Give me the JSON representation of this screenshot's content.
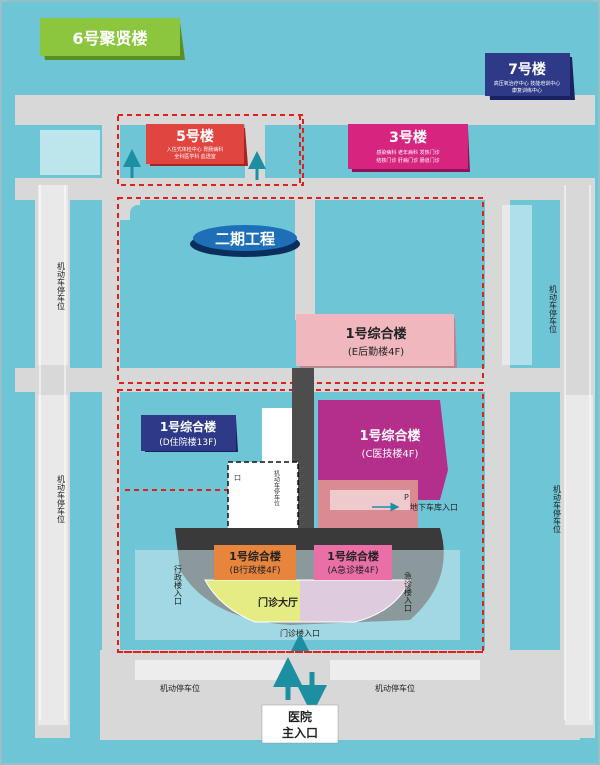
{
  "buildings": {
    "b6": {
      "title": "6号聚贤楼"
    },
    "b7": {
      "title": "7号楼",
      "line1": "高压氧治疗中心  技能培训中心",
      "line2": "康复训练中心"
    },
    "b5": {
      "title": "5号楼",
      "line1": "入住式体检中心      胃肠病科",
      "line2": "全科医学科            血透室"
    },
    "b3": {
      "title": "3号楼",
      "line1": "感染病科  老年病科  发热门诊",
      "line2": "结核门诊  肝病门诊  肠道门诊"
    },
    "phase2": {
      "title": "二期工程"
    },
    "e": {
      "title": "1号综合楼",
      "sub": "(E后勤楼4F)"
    },
    "d": {
      "title": "1号综合楼",
      "sub": "(D住院楼13F)"
    },
    "c": {
      "title": "1号综合楼",
      "sub": "(C医技楼4F)"
    },
    "b": {
      "title": "1号综合楼",
      "sub": "(B行政楼4F)"
    },
    "a": {
      "title": "1号综合楼",
      "sub": "(A急诊楼4F)"
    }
  },
  "labels": {
    "hall": "门诊大厅",
    "outpatient_entrance": "门诊楼入口",
    "admin_entrance": "行政楼入口",
    "emergency_entrance": "急诊楼入口",
    "garage_entrance": "地下车库入口",
    "garage_mark": "P",
    "main_entrance_line1": "医院",
    "main_entrance_line2": "主入口",
    "parking_left": "机动车停车位",
    "parking_left2": "机动车停车位",
    "parking_right": "机动车停车位",
    "parking_right2": "机动车停车位",
    "parking_center": "机动车停车位",
    "parking_bottom_left": "机动停车位",
    "parking_bottom_right": "机动停车位",
    "small_box_mark": "口"
  },
  "colors": {
    "road": "#d8d8d8",
    "lawn": "#6ec5d6",
    "route": "#e0201b",
    "arrow": "#1c8fa3",
    "b6": "#8cc63f",
    "b7": "#2e3a87",
    "b5": "#e0453f",
    "b3": "#d6247f",
    "e_bldg": "#f1b7bf",
    "c_bldg": "#b42f8c",
    "d_bldg": "#2e3a87",
    "b_bldg": "#e8853d",
    "a_bldg": "#ea6fa7",
    "hall": "#fff100"
  }
}
